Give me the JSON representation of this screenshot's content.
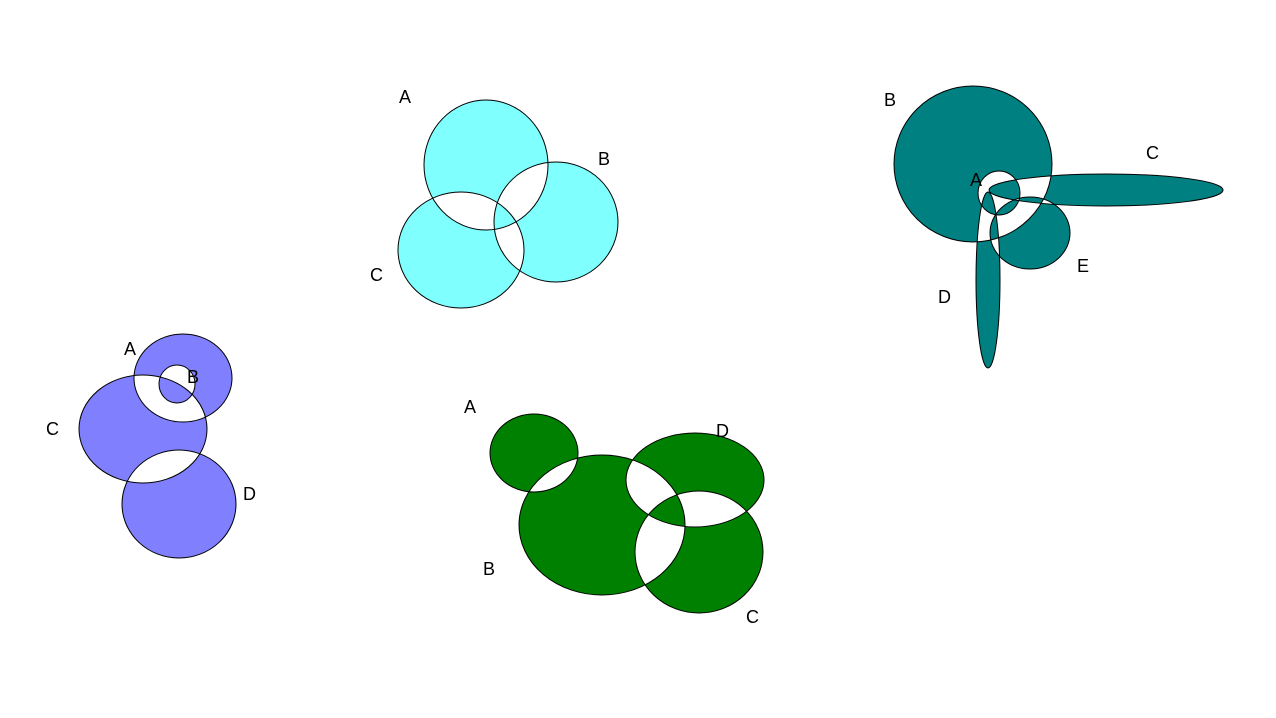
{
  "diagrams": [
    {
      "id": "cyan",
      "fill_color": "#80ffff",
      "sets": [
        {
          "key": "A",
          "label": "A"
        },
        {
          "key": "B",
          "label": "B"
        },
        {
          "key": "C",
          "label": "C"
        }
      ]
    },
    {
      "id": "teal",
      "fill_color": "#008080",
      "sets": [
        {
          "key": "A",
          "label": "A"
        },
        {
          "key": "B",
          "label": "B"
        },
        {
          "key": "C",
          "label": "C"
        },
        {
          "key": "D",
          "label": "D"
        },
        {
          "key": "E",
          "label": "E"
        }
      ]
    },
    {
      "id": "blue",
      "fill_color": "#8080ff",
      "sets": [
        {
          "key": "A",
          "label": "A"
        },
        {
          "key": "B",
          "label": "B"
        },
        {
          "key": "C",
          "label": "C"
        },
        {
          "key": "D",
          "label": "D"
        }
      ]
    },
    {
      "id": "green",
      "fill_color": "#008000",
      "sets": [
        {
          "key": "A",
          "label": "A"
        },
        {
          "key": "B",
          "label": "B"
        },
        {
          "key": "C",
          "label": "C"
        },
        {
          "key": "D",
          "label": "D"
        }
      ]
    }
  ]
}
